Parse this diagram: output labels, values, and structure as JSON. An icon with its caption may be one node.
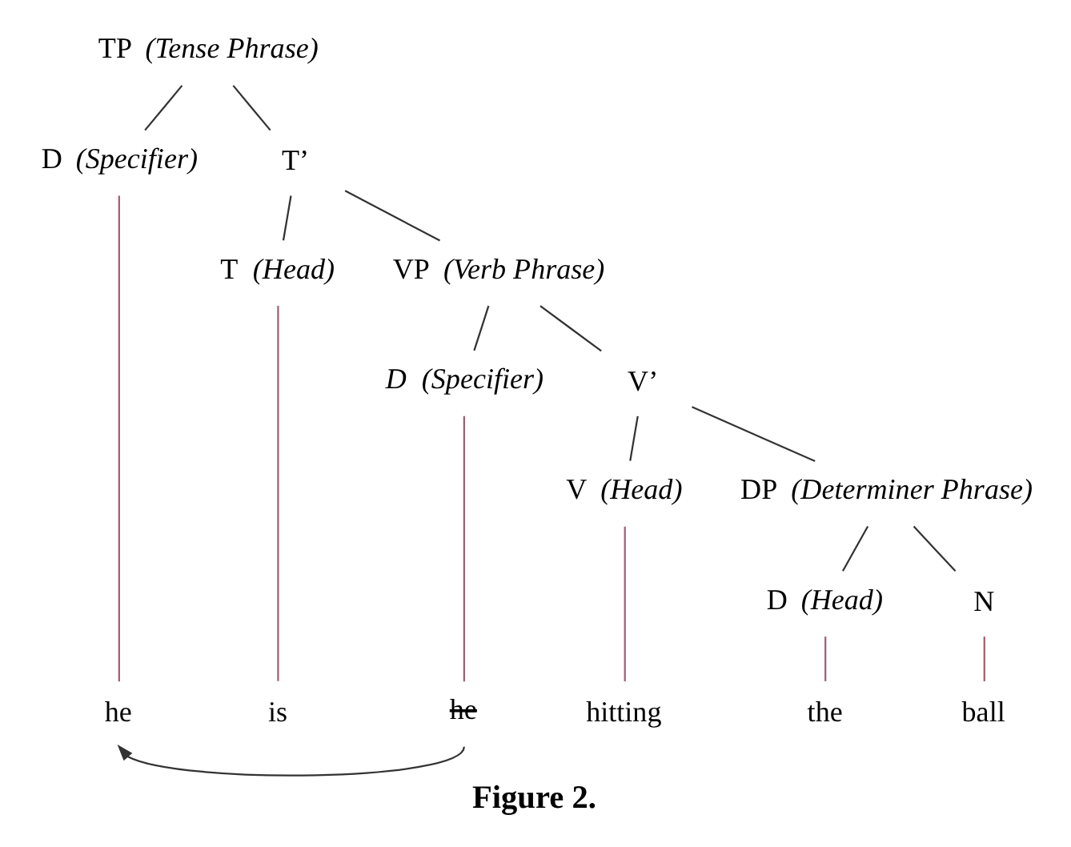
{
  "diagram": {
    "caption": "Figure 2.",
    "nodes": [
      {
        "text": [
          "TP"
        ],
        "beside": [
          "(Tense Phrase)"
        ]
      },
      {
        "text": [
          "D"
        ],
        "beside": [
          "(Specifier)"
        ]
      },
      {
        "text": [
          "T’"
        ]
      },
      {
        "text": [
          "T"
        ],
        "beside": [
          "(Head)"
        ]
      },
      {
        "text": [
          "VP"
        ],
        "beside": [
          "(Verb Phrase)"
        ]
      },
      {
        "text": [
          "D"
        ],
        "beside": [
          "(Specifier)"
        ]
      },
      {
        "text": [
          "V’"
        ]
      },
      {
        "text": [
          "V"
        ],
        "beside": [
          "(Head)"
        ]
      },
      {
        "text": [
          "DP"
        ],
        "beside": [
          "(Determiner Phrase)"
        ]
      },
      {
        "text": [
          "D"
        ],
        "beside": [
          "(Head)"
        ]
      },
      {
        "text": [
          "N"
        ]
      },
      {
        "text": [
          "he"
        ]
      },
      {
        "text": [
          "is"
        ]
      },
      {
        "text": [
          "he"
        ]
      },
      {
        "text": [
          "hitting"
        ]
      },
      {
        "text": [
          "the"
        ]
      },
      {
        "text": [
          "ball"
        ]
      }
    ],
    "edges": [
      {
        "from": 0,
        "to": 1,
        "arrow": "none"
      },
      {
        "from": 0,
        "to": 2,
        "arrow": "none"
      },
      {
        "from": 2,
        "to": 3,
        "arrow": "none"
      },
      {
        "from": 2,
        "to": 4,
        "arrow": "none"
      },
      {
        "from": 4,
        "to": 5,
        "arrow": "none"
      },
      {
        "from": 4,
        "to": 6,
        "arrow": "none"
      },
      {
        "from": 6,
        "to": 7,
        "arrow": "none"
      },
      {
        "from": 6,
        "to": 8,
        "arrow": "none"
      },
      {
        "from": 8,
        "to": 9,
        "arrow": "none"
      },
      {
        "from": 8,
        "to": 10,
        "arrow": "none"
      },
      {
        "from": 1,
        "to": 11,
        "arrow": "none",
        "color": "#a06070"
      },
      {
        "from": 3,
        "to": 12,
        "arrow": "none",
        "color": "#a06070"
      },
      {
        "from": 5,
        "to": 13,
        "arrow": "none",
        "color": "#a06070"
      },
      {
        "from": 7,
        "to": 14,
        "arrow": "none",
        "color": "#a06070"
      },
      {
        "from": 9,
        "to": 15,
        "arrow": "none",
        "color": "#a06070"
      },
      {
        "from": 10,
        "to": 16,
        "arrow": "none",
        "color": "#a06070"
      },
      {
        "from": 13,
        "to": 11,
        "arrow": "to"
      }
    ]
  }
}
